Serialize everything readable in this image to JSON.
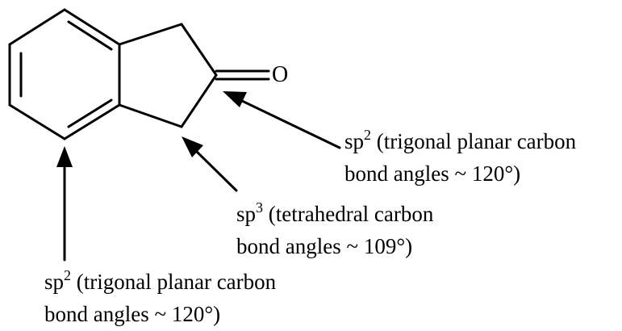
{
  "molecule": {
    "oxygen_symbol": "O"
  },
  "annotations": {
    "carbonyl": {
      "hybrid": "sp",
      "superscript": "2",
      "line1": " (trigonal planar carbon",
      "line2": "bond angles ~ 120°)"
    },
    "methylene": {
      "hybrid": "sp",
      "superscript": "3",
      "line1": " (tetrahedral carbon",
      "line2": "bond angles ~ 109°)"
    },
    "aromatic": {
      "hybrid": "sp",
      "superscript": "2",
      "line1": " (trigonal planar carbon",
      "line2": "bond angles ~ 120°)"
    }
  }
}
